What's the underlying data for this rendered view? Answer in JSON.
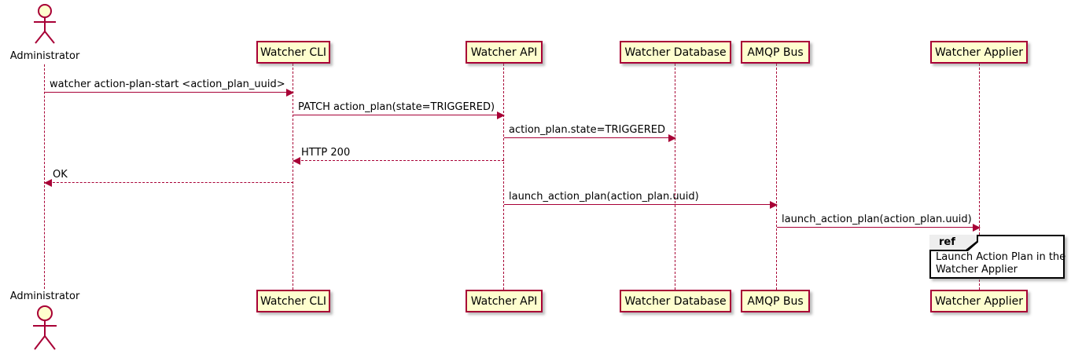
{
  "actor": {
    "name": "Administrator"
  },
  "participants": [
    {
      "label": "Watcher CLI"
    },
    {
      "label": "Watcher API"
    },
    {
      "label": "Watcher Database"
    },
    {
      "label": "AMQP Bus"
    },
    {
      "label": "Watcher Applier"
    }
  ],
  "messages": [
    {
      "label": "watcher action-plan-start <action_plan_uuid>",
      "from": "Administrator",
      "to": "Watcher CLI",
      "line": "solid",
      "direction": "right"
    },
    {
      "label": "PATCH action_plan(state=TRIGGERED)",
      "from": "Watcher CLI",
      "to": "Watcher API",
      "line": "solid",
      "direction": "right"
    },
    {
      "label": "action_plan.state=TRIGGERED",
      "from": "Watcher API",
      "to": "Watcher Database",
      "line": "solid",
      "direction": "right"
    },
    {
      "label": "HTTP 200",
      "from": "Watcher API",
      "to": "Watcher CLI",
      "line": "dashed",
      "direction": "left"
    },
    {
      "label": "OK",
      "from": "Watcher CLI",
      "to": "Administrator",
      "line": "dashed",
      "direction": "left"
    },
    {
      "label": "launch_action_plan(action_plan.uuid)",
      "from": "Watcher API",
      "to": "AMQP Bus",
      "line": "solid",
      "direction": "right"
    },
    {
      "label": "launch_action_plan(action_plan.uuid)",
      "from": "AMQP Bus",
      "to": "Watcher Applier",
      "line": "solid",
      "direction": "right"
    }
  ],
  "ref": {
    "keyword": "ref",
    "line1": "Launch Action Plan in the",
    "line2": "Watcher Applier"
  },
  "colors": {
    "accent": "#A80036",
    "participant_fill": "#FEFECE",
    "ref_header_fill": "#EEEEEE",
    "text": "#000000",
    "background": "#FFFFFF"
  }
}
